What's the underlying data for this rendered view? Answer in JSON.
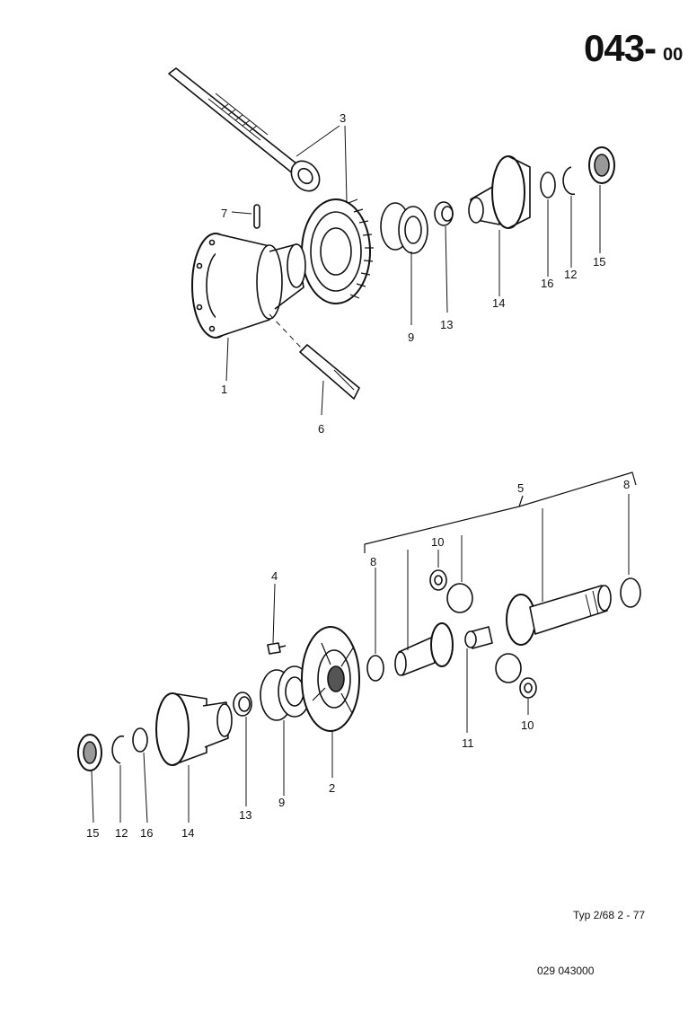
{
  "header": {
    "code": "043",
    "dash": "-",
    "suffix": "00"
  },
  "footer": {
    "type_line": "Typ 2/68   2 - 77",
    "part_code": "029  043000"
  },
  "callouts": {
    "top": [
      "3",
      "7",
      "1",
      "6",
      "9",
      "13",
      "14",
      "16",
      "12",
      "15"
    ],
    "bottom": [
      "5",
      "8",
      "8",
      "10",
      "10",
      "4",
      "11",
      "2",
      "9",
      "13",
      "14",
      "15",
      "12",
      "16"
    ]
  }
}
